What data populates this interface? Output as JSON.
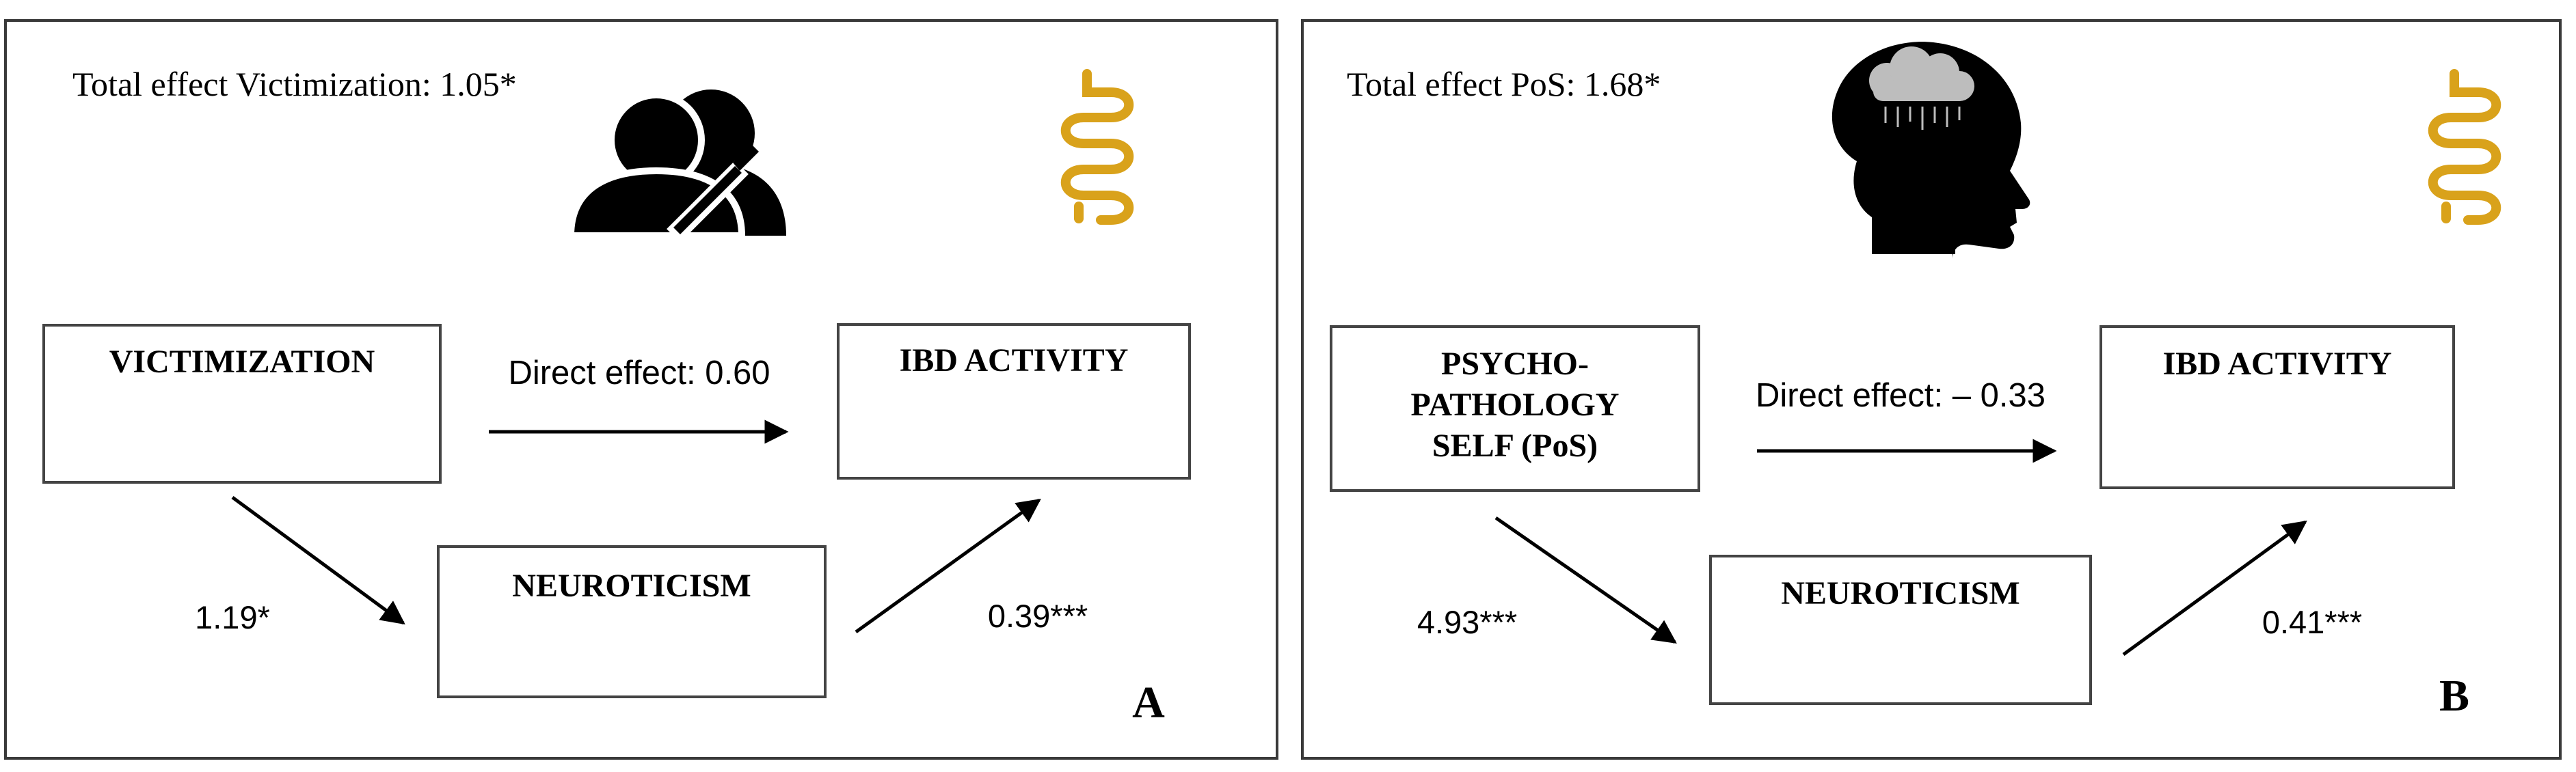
{
  "panels": {
    "a": {
      "total_effect": "Total effect Victimization: 1.05*",
      "predictor": [
        "VICTIMIZATION"
      ],
      "outcome": "IBD ACTIVITY",
      "mediator": "NEUROTICISM",
      "direct_effect": "Direct effect: 0.60",
      "path_a": "1.19*",
      "path_b": "0.39***",
      "letter": "A",
      "icon": "victims-icon"
    },
    "b": {
      "total_effect": "Total effect PoS: 1.68*",
      "predictor": [
        "PSYCHO-",
        "PATHOLOGY",
        "SELF (PoS)"
      ],
      "outcome": "IBD ACTIVITY",
      "mediator": "NEUROTICISM",
      "direct_effect": "Direct effect: – 0.33",
      "path_a": "4.93***",
      "path_b": "0.41***",
      "letter": "B",
      "icon": "head-cloud-icon"
    }
  },
  "colors": {
    "intestine": "#d9a21b",
    "frame": "#3a3a3a"
  }
}
